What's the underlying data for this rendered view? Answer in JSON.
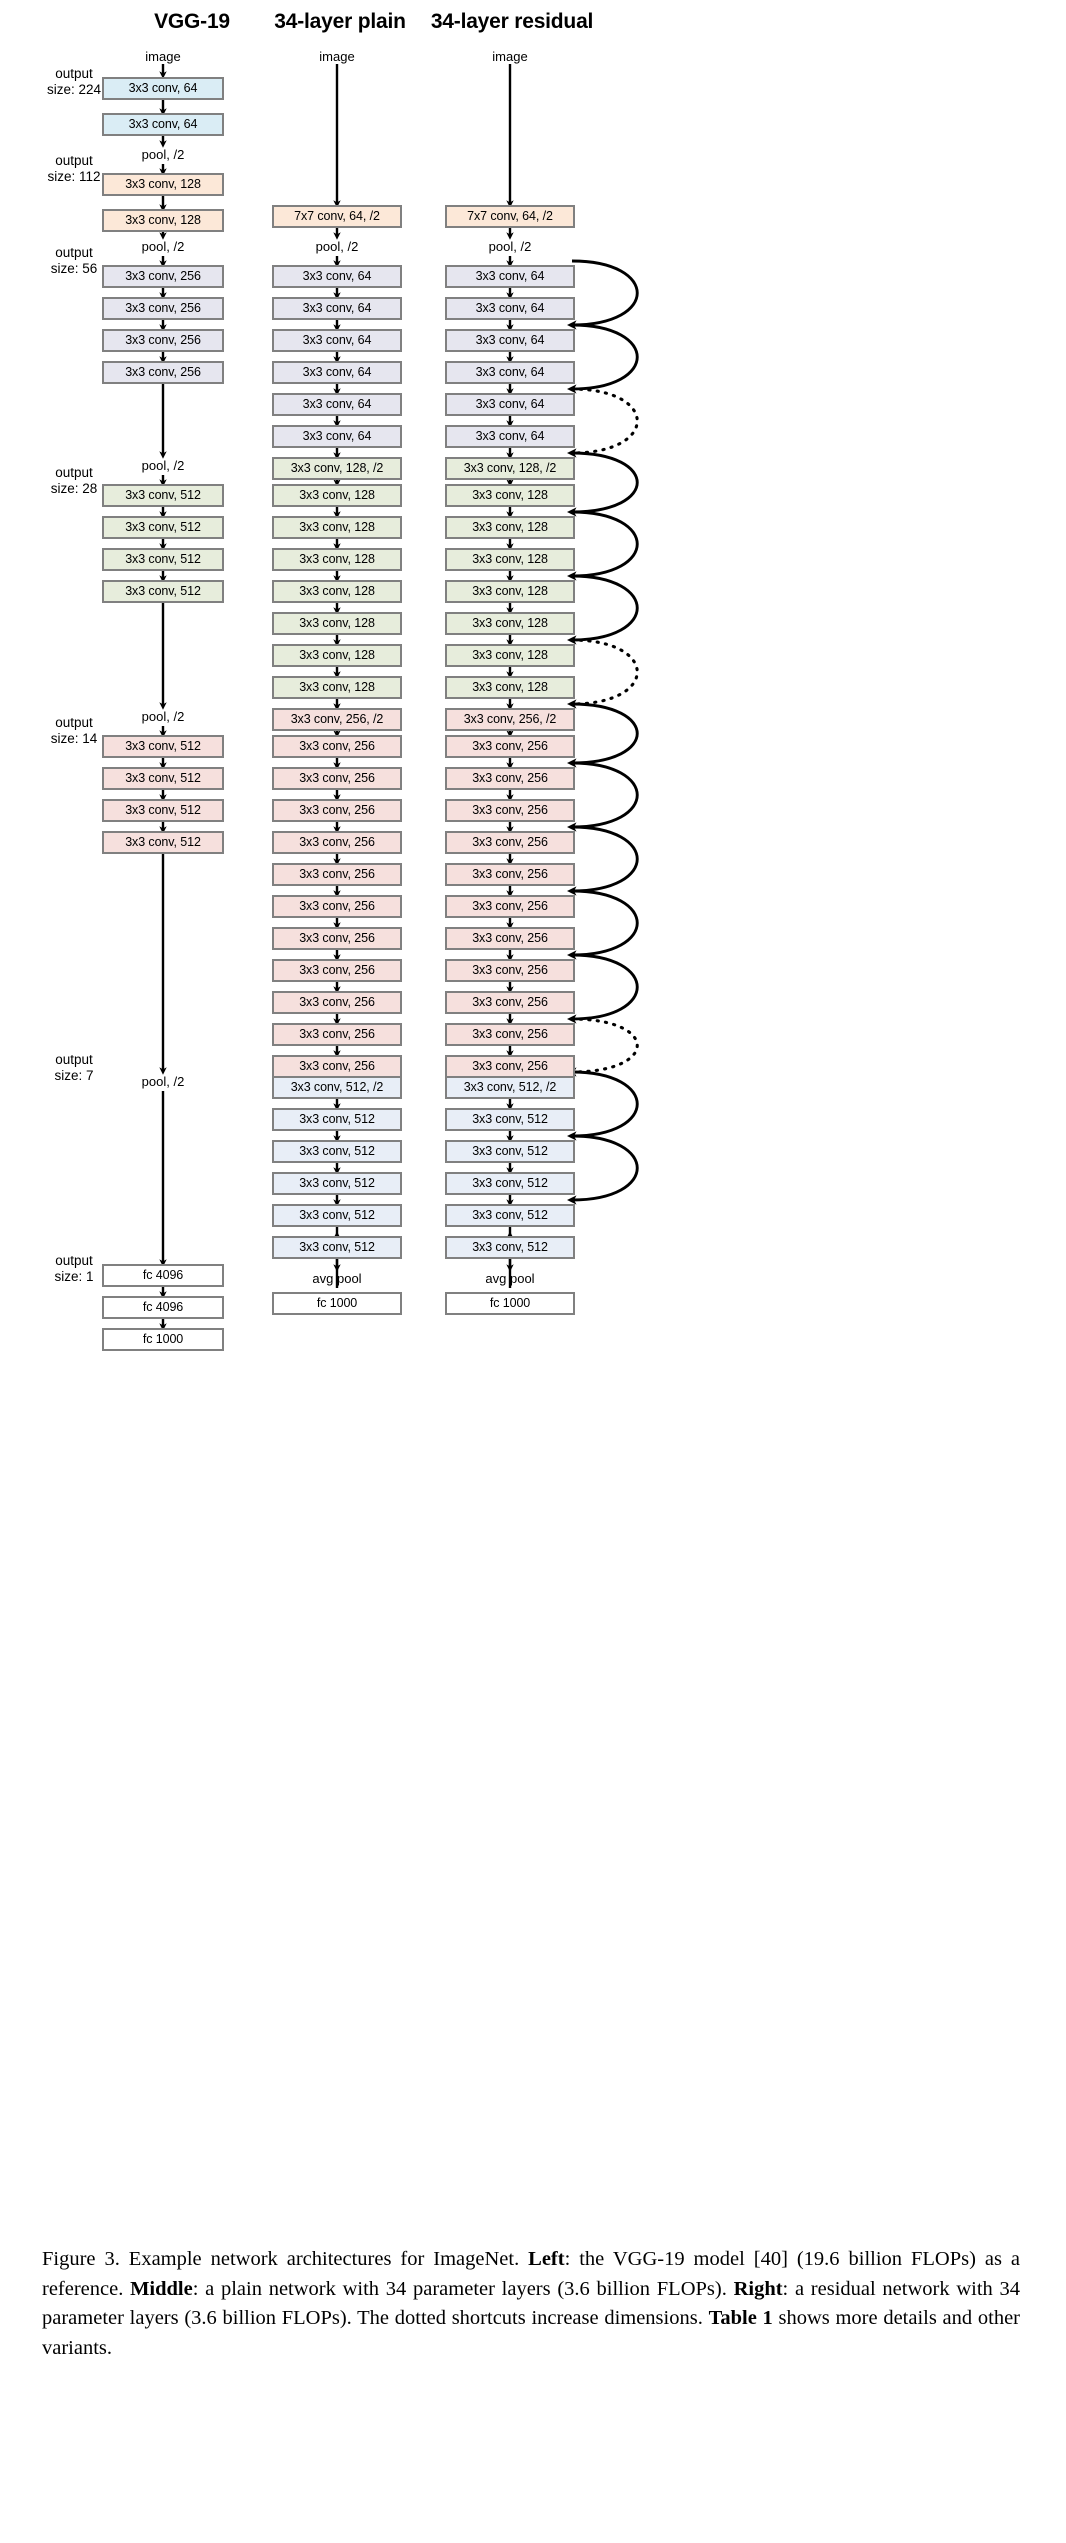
{
  "figure": {
    "columns": [
      {
        "title": "VGG-19"
      },
      {
        "title": "34-layer plain"
      },
      {
        "title": "34-layer residual"
      }
    ],
    "output_labels": [
      {
        "line1": "output",
        "line2": "size: 224"
      },
      {
        "line1": "output",
        "line2": "size: 112"
      },
      {
        "line1": "output",
        "line2": "size: 56"
      },
      {
        "line1": "output",
        "line2": "size: 28"
      },
      {
        "line1": "output",
        "line2": "size: 14"
      },
      {
        "line1": "output",
        "line2": "size: 7"
      },
      {
        "line1": "output",
        "line2": "size: 1"
      }
    ],
    "input_label": "image",
    "pool_label": "pool, /2",
    "avgpool_label": "avg pool",
    "vgg19": [
      {
        "text": "3x3 conv, 64",
        "style": "c64"
      },
      {
        "text": "3x3 conv, 64",
        "style": "c64"
      },
      {
        "text": "3x3 conv, 128",
        "style": "c128"
      },
      {
        "text": "3x3 conv, 128",
        "style": "c128"
      },
      {
        "text": "3x3 conv, 256",
        "style": "c256"
      },
      {
        "text": "3x3 conv, 256",
        "style": "c256"
      },
      {
        "text": "3x3 conv, 256",
        "style": "c256"
      },
      {
        "text": "3x3 conv, 256",
        "style": "c256"
      },
      {
        "text": "3x3 conv, 512",
        "style": "c512g"
      },
      {
        "text": "3x3 conv, 512",
        "style": "c512g"
      },
      {
        "text": "3x3 conv, 512",
        "style": "c512g"
      },
      {
        "text": "3x3 conv, 512",
        "style": "c512g"
      },
      {
        "text": "3x3 conv, 512",
        "style": "c512p"
      },
      {
        "text": "3x3 conv, 512",
        "style": "c512p"
      },
      {
        "text": "3x3 conv, 512",
        "style": "c512p"
      },
      {
        "text": "3x3 conv, 512",
        "style": "c512p"
      },
      {
        "text": "fc 4096",
        "style": "cfc"
      },
      {
        "text": "fc 4096",
        "style": "cfc"
      },
      {
        "text": "fc 1000",
        "style": "cfc"
      }
    ],
    "plain34": [
      {
        "text": "7x7 conv, 64, /2",
        "style": "c128"
      },
      {
        "text": "3x3 conv, 64",
        "style": "c256"
      },
      {
        "text": "3x3 conv, 64",
        "style": "c256"
      },
      {
        "text": "3x3 conv, 64",
        "style": "c256"
      },
      {
        "text": "3x3 conv, 64",
        "style": "c256"
      },
      {
        "text": "3x3 conv, 64",
        "style": "c256"
      },
      {
        "text": "3x3 conv, 64",
        "style": "c256"
      },
      {
        "text": "3x3 conv, 128, /2",
        "style": "c512g"
      },
      {
        "text": "3x3 conv, 128",
        "style": "c512g"
      },
      {
        "text": "3x3 conv, 128",
        "style": "c512g"
      },
      {
        "text": "3x3 conv, 128",
        "style": "c512g"
      },
      {
        "text": "3x3 conv, 128",
        "style": "c512g"
      },
      {
        "text": "3x3 conv, 128",
        "style": "c512g"
      },
      {
        "text": "3x3 conv, 128",
        "style": "c512g"
      },
      {
        "text": "3x3 conv, 128",
        "style": "c512g"
      },
      {
        "text": "3x3 conv, 256, /2",
        "style": "c512p"
      },
      {
        "text": "3x3 conv, 256",
        "style": "c512p"
      },
      {
        "text": "3x3 conv, 256",
        "style": "c512p"
      },
      {
        "text": "3x3 conv, 256",
        "style": "c512p"
      },
      {
        "text": "3x3 conv, 256",
        "style": "c512p"
      },
      {
        "text": "3x3 conv, 256",
        "style": "c512p"
      },
      {
        "text": "3x3 conv, 256",
        "style": "c512p"
      },
      {
        "text": "3x3 conv, 256",
        "style": "c512p"
      },
      {
        "text": "3x3 conv, 256",
        "style": "c512p"
      },
      {
        "text": "3x3 conv, 256",
        "style": "c512p"
      },
      {
        "text": "3x3 conv, 256",
        "style": "c512p"
      },
      {
        "text": "3x3 conv, 256",
        "style": "c512p"
      },
      {
        "text": "3x3 conv, 512, /2",
        "style": "c512b"
      },
      {
        "text": "3x3 conv, 512",
        "style": "c512b"
      },
      {
        "text": "3x3 conv, 512",
        "style": "c512b"
      },
      {
        "text": "3x3 conv, 512",
        "style": "c512b"
      },
      {
        "text": "3x3 conv, 512",
        "style": "c512b"
      },
      {
        "text": "3x3 conv, 512",
        "style": "c512b"
      },
      {
        "text": "fc 1000",
        "style": "cfc"
      }
    ],
    "residual34": [
      {
        "text": "7x7 conv, 64, /2",
        "style": "c128"
      },
      {
        "text": "3x3 conv, 64",
        "style": "c256"
      },
      {
        "text": "3x3 conv, 64",
        "style": "c256"
      },
      {
        "text": "3x3 conv, 64",
        "style": "c256"
      },
      {
        "text": "3x3 conv, 64",
        "style": "c256"
      },
      {
        "text": "3x3 conv, 64",
        "style": "c256"
      },
      {
        "text": "3x3 conv, 64",
        "style": "c256"
      },
      {
        "text": "3x3 conv, 128, /2",
        "style": "c512g"
      },
      {
        "text": "3x3 conv, 128",
        "style": "c512g"
      },
      {
        "text": "3x3 conv, 128",
        "style": "c512g"
      },
      {
        "text": "3x3 conv, 128",
        "style": "c512g"
      },
      {
        "text": "3x3 conv, 128",
        "style": "c512g"
      },
      {
        "text": "3x3 conv, 128",
        "style": "c512g"
      },
      {
        "text": "3x3 conv, 128",
        "style": "c512g"
      },
      {
        "text": "3x3 conv, 128",
        "style": "c512g"
      },
      {
        "text": "3x3 conv, 256, /2",
        "style": "c512p"
      },
      {
        "text": "3x3 conv, 256",
        "style": "c512p"
      },
      {
        "text": "3x3 conv, 256",
        "style": "c512p"
      },
      {
        "text": "3x3 conv, 256",
        "style": "c512p"
      },
      {
        "text": "3x3 conv, 256",
        "style": "c512p"
      },
      {
        "text": "3x3 conv, 256",
        "style": "c512p"
      },
      {
        "text": "3x3 conv, 256",
        "style": "c512p"
      },
      {
        "text": "3x3 conv, 256",
        "style": "c512p"
      },
      {
        "text": "3x3 conv, 256",
        "style": "c512p"
      },
      {
        "text": "3x3 conv, 256",
        "style": "c512p"
      },
      {
        "text": "3x3 conv, 256",
        "style": "c512p"
      },
      {
        "text": "3x3 conv, 256",
        "style": "c512p"
      },
      {
        "text": "3x3 conv, 512, /2",
        "style": "c512b"
      },
      {
        "text": "3x3 conv, 512",
        "style": "c512b"
      },
      {
        "text": "3x3 conv, 512",
        "style": "c512b"
      },
      {
        "text": "3x3 conv, 512",
        "style": "c512b"
      },
      {
        "text": "3x3 conv, 512",
        "style": "c512b"
      },
      {
        "text": "3x3 conv, 512",
        "style": "c512b"
      },
      {
        "text": "fc 1000",
        "style": "cfc"
      }
    ],
    "caption": {
      "t1": "Figure 3. Example network architectures for ImageNet. ",
      "b1": "Left",
      "t2": ": the VGG-19 model [40] (19.6 billion FLOPs) as a reference. ",
      "b2": "Middle",
      "t3": ": a plain network with 34 parameter layers (3.6 billion FLOPs). ",
      "b3": "Right",
      "t4": ": a residual network with 34 parameter layers (3.6 billion FLOPs). The dotted shortcuts increase dimensions. ",
      "b4": "Table 1",
      "t5": " shows more details and other variants."
    },
    "colors": {
      "conv64_blue": "#daedf5",
      "conv128_peach": "#fce8d8",
      "conv256_lavender": "#e6e6ef",
      "conv512_green": "#e7eddc",
      "conv512_pink": "#f6e0dd",
      "conv512_paleblue": "#e8eef7",
      "box_border": "#808080",
      "wire": "#000000"
    }
  }
}
